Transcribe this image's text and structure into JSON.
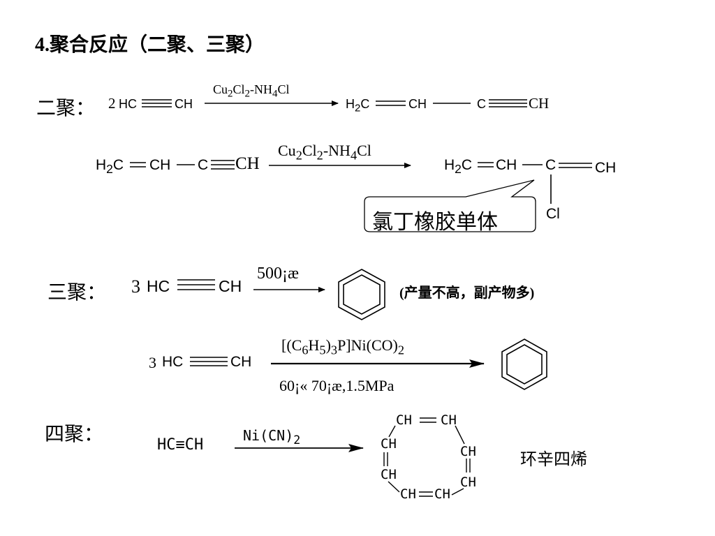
{
  "title": "4.聚合反应（二聚、三聚）",
  "dimer": {
    "label": "二聚：",
    "r1": {
      "coef": "2",
      "left": "HC",
      "right": "CH",
      "catalyst": "Cu2Cl2-NH4Cl",
      "p_h2c": "H2C",
      "p_ch": "CH",
      "p_c": "C",
      "p_ch_end": "CH"
    },
    "r2": {
      "r_h2c": "H2C",
      "r_ch": "CH",
      "r_c": "C",
      "r_ch_end": "CH",
      "catalyst": "Cu2Cl2-NH4Cl",
      "p_h2c": "H2C",
      "p_ch": "CH",
      "p_c": "C",
      "p_ch_end": "CH",
      "p_cl": "Cl",
      "callout": "氯丁橡胶单体"
    }
  },
  "trimer": {
    "label": "三聚：",
    "r1": {
      "coef": "3",
      "left": "HC",
      "right": "CH",
      "condition": "500¡æ",
      "note": "(产量不高，副产物多)"
    },
    "r2": {
      "coef": "3",
      "left": "HC",
      "right": "CH",
      "catalyst": "[(C6H5)3P]Ni(CO)2",
      "condition": "60¡« 70¡æ,1.5MPa"
    }
  },
  "tetramer": {
    "label": "四聚：",
    "reactant": "HC≡CH",
    "catalyst": "Ni(CN)2",
    "ring_ch": [
      "CH",
      "CH",
      "CH",
      "CH",
      "CH",
      "CH",
      "CH",
      "CH"
    ],
    "product_name": "环辛四烯"
  }
}
